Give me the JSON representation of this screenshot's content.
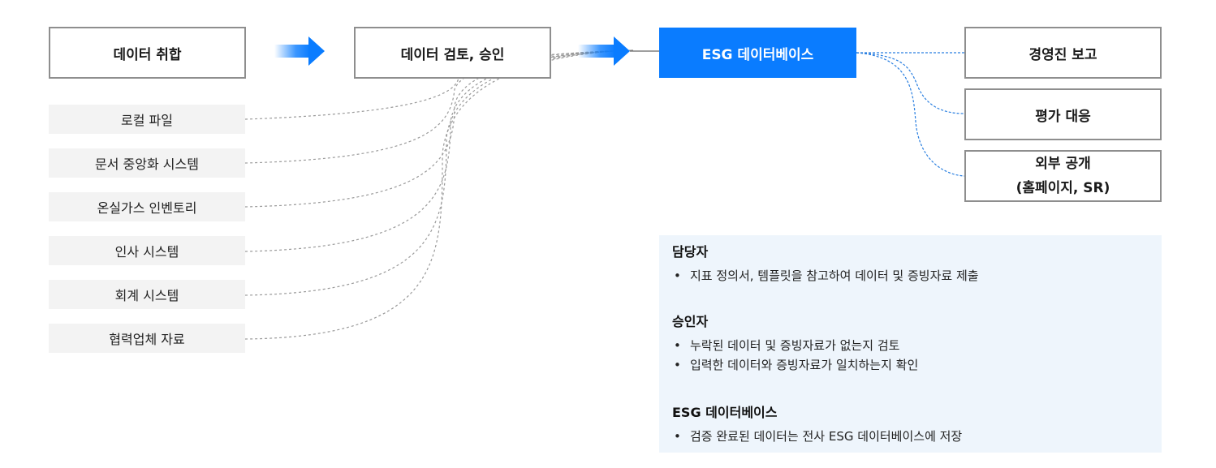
{
  "flow": {
    "collect": "데이터 취합",
    "review": "데이터 검토, 승인",
    "database": "ESG 데이터베이스"
  },
  "sources": [
    "로컬 파일",
    "문서 중앙화 시스템",
    "온실가스 인벤토리",
    "인사 시스템",
    "회계 시스템",
    "협력업체 자료"
  ],
  "outputs": {
    "exec_report": "경영진 보고",
    "rating": "평가 대응",
    "disclosure_line1": "외부 공개",
    "disclosure_line2": "(홈페이지, SR)"
  },
  "roles": [
    {
      "title": "담당자",
      "items": [
        "지표 정의서, 템플릿을 참고하여 데이터 및 증빙자료 제출"
      ]
    },
    {
      "title": "승인자",
      "items": [
        "누락된 데이터 및 증빙자료가 없는지 검토",
        "입력한 데이터와 증빙자료가 일치하는지 확인"
      ]
    },
    {
      "title": "ESG 데이터베이스",
      "items": [
        "검증 완료된 데이터는 전사 ESG 데이터베이스에 저장"
      ]
    }
  ],
  "colors": {
    "accent": "#0a7cff",
    "border": "#8e8e8e",
    "source_bg": "#f3f3f3",
    "panel_bg": "#eef5fc",
    "dashed_gray": "#9a9a9a",
    "dashed_blue": "#2a7fe0"
  }
}
